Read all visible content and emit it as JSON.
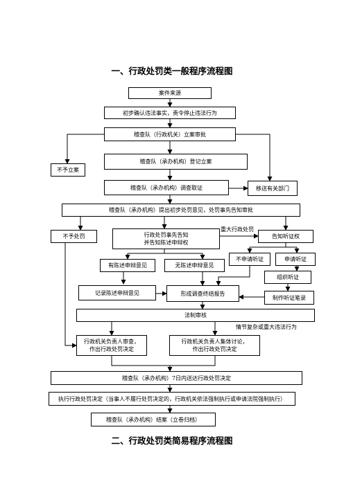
{
  "titles": {
    "general": "一、行政处罚类一般程序流程图",
    "simple": "二、行政处罚类简易程序流程图"
  },
  "boxes": {
    "case_source": "案件来源",
    "initial_confirm": "初步确认违法事实，责令停止违法行为",
    "filing_review": "稽查队（行政机关）立案审批",
    "no_filing": "不予立案",
    "register": "稽查队（承办机构）登记立案",
    "investigate": "稽查队（承办机构）调查取证",
    "transfer": "移送有关部门",
    "preliminary_opinion": "稽查队（承办机构）提出初步处罚意见，处罚事先告知审批",
    "no_penalty": "不予处罚",
    "advance_notice": "行政处罚事先告知\n并告知陈述申辩权",
    "hearing_right_notice": "告知听证权",
    "has_statement": "有陈述申辩意见",
    "no_statement": "无陈述申辩意见",
    "no_hearing_request": "不申请听证",
    "hearing_request": "申请听证",
    "organize_hearing": "组织听证",
    "record_statement": "记录陈述申辩意见",
    "final_report": "形成调查终结报告",
    "hearing_transcript": "制作听证笔录",
    "legal_review": "法制审核",
    "head_review": "行政机关负责人审查，\n作出行政处罚决定",
    "collective_discussion": "行政机关负责人集体讨论，\n作出行政处罚决定",
    "deliver": "稽查队（承办机构）7日内送达行政处罚决定",
    "execute": "执行行政处罚决定（当事人不履行处罚决定的，行政机关依法强制执行或申请法院强制执行）",
    "close_case": "稽查队（承办机构）结案（立卷归档）"
  },
  "notes": {
    "major_case": "重大行政处罚",
    "complex_case": "情节复杂或重大违法行为"
  }
}
